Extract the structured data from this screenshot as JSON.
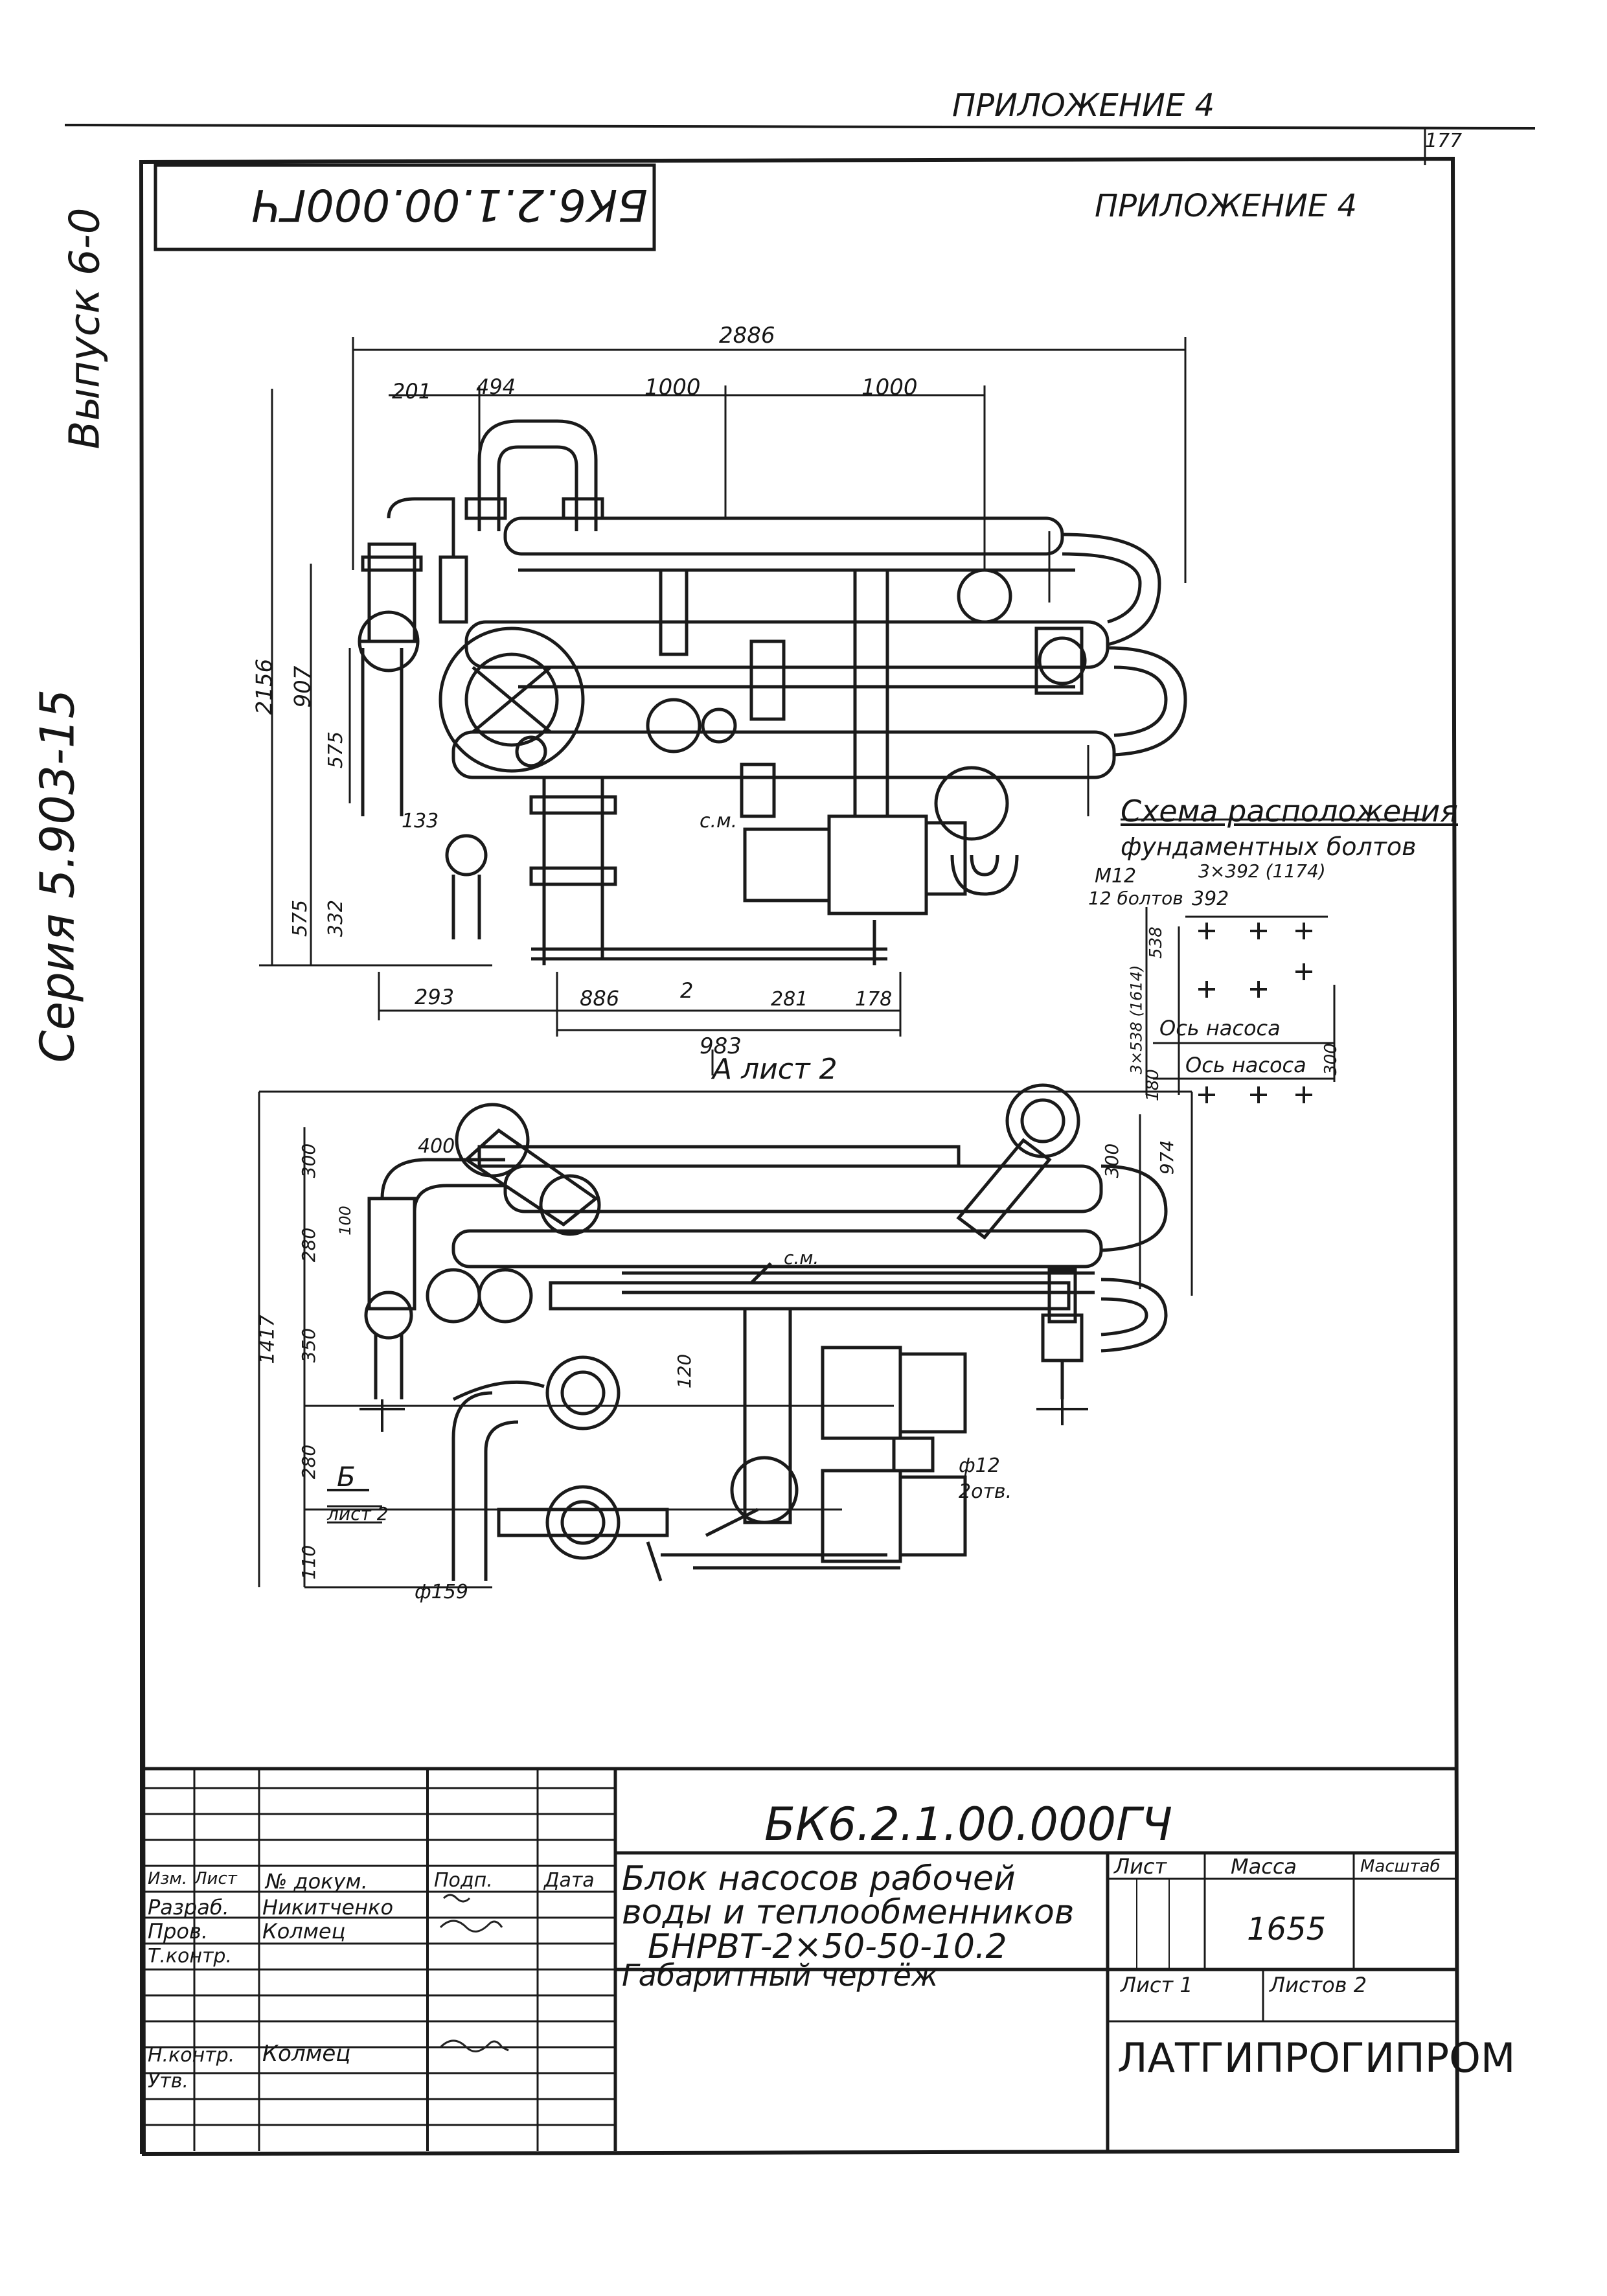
{
  "sheet": {
    "appendix_top": "ПРИЛОЖЕНИЕ 4",
    "appendix_inner": "ПРИЛОЖЕНИЕ 4",
    "page_number": "177",
    "side_issue": "Выпуск 6-0",
    "side_series": "Серия 5.903-15",
    "rotated_code": "БК6.2.1.00.000ГЧ"
  },
  "drawing": {
    "top_view_labels": {
      "overall_width": "2886",
      "dim_201": "201",
      "dim_494": "494",
      "dim_1000_a": "1000",
      "dim_1000_b": "1000",
      "height_total": "2156",
      "height_907": "907",
      "height_575a": "575",
      "height_575b": "575",
      "height_332": "332",
      "dim_133": "133",
      "label_cm": "с.м.",
      "dim_293": "293",
      "dim_886": "886",
      "dim_2": "2",
      "dim_281": "281",
      "dim_178": "178",
      "dim_983": "983",
      "view_marker": "А лист 2"
    },
    "bolt_scheme": {
      "title_line1": "Схема расположения",
      "title_line2": "фундаментных болтов",
      "bolt_spec": "М12",
      "bolt_count": "12 болтов",
      "dim_3x392": "3×392 (1174)",
      "dim_392": "392",
      "dim_538": "538",
      "dim_3x538": "3×538 (1614)",
      "pump_axis_1": "Ось насоса",
      "pump_axis_2": "Ось насоса",
      "dim_180": "180",
      "dim_300": "300"
    },
    "bottom_view_labels": {
      "dim_400": "400",
      "dim_300a": "300",
      "dim_300b": "300",
      "dim_974": "974",
      "dim_100": "100",
      "dim_280": "280",
      "label_cm": "с.м.",
      "dim_120": "120",
      "dim_1417": "1417",
      "dim_350": "350",
      "dim_280b": "280",
      "dim_110": "110",
      "view_marker_letter": "Б",
      "view_marker_sheet": "лист 2",
      "hole_spec": "ф12",
      "hole_count": "2отв.",
      "pipe_spec": "ф159"
    }
  },
  "title_block": {
    "doc_code": "БК6.2.1.00.000ГЧ",
    "name_line1": "Блок насосов рабочей",
    "name_line2": "воды и теплообменников",
    "name_line3": "БНРВТ-2×50-50-10.2",
    "name_line4": "Габаритный чертёж",
    "col_sheet": "Лист",
    "col_mass": "Масса",
    "col_scale": "Масштаб",
    "mass": "1655",
    "sheet_label": "Лист 1",
    "sheets_label": "Листов 2",
    "org": "ЛАТГИПРОГИПРОМ",
    "head_izm": "Изм.",
    "head_list": "Лист",
    "head_doc": "№ докум.",
    "head_sign": "Подп.",
    "head_date": "Дата",
    "rows": [
      {
        "role": "Разраб.",
        "name": "Никитченко"
      },
      {
        "role": "Пров.",
        "name": "Колмец"
      },
      {
        "role": "Т.контр.",
        "name": ""
      },
      {
        "role": "Н.контр.",
        "name": "Колмец"
      },
      {
        "role": "Утв.",
        "name": ""
      }
    ]
  }
}
